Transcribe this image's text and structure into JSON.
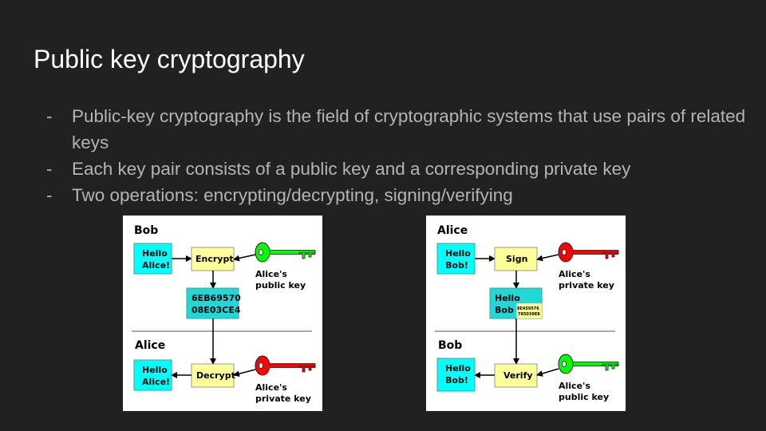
{
  "slide": {
    "title": "Public key cryptography",
    "bullets": [
      {
        "marker": "-",
        "text": "Public-key cryptography is the field of cryptographic systems that use pairs of related keys"
      },
      {
        "marker": "-",
        "text": "Each key pair consists of a public key and a corresponding private key"
      },
      {
        "marker": "-",
        "text": "Two operations: encrypting/decrypting, signing/verifying"
      }
    ]
  },
  "encryption_diagram": {
    "sender": "Bob",
    "receiver": "Alice",
    "message_line1": "Hello",
    "message_line2": "Alice!",
    "op1": "Encrypt",
    "op2": "Decrypt",
    "cipher_line1": "6EB69570",
    "cipher_line2": "08E03CE4",
    "key1_line1": "Alice's",
    "key1_line2": "public key",
    "key2_line1": "Alice's",
    "key2_line2": "private key",
    "key1_color": "#00ff00",
    "key2_color": "#ff0000"
  },
  "signing_diagram": {
    "sender": "Alice",
    "receiver": "Bob",
    "message_line1": "Hello",
    "message_line2": "Bob!",
    "op1": "Sign",
    "op2": "Verify",
    "signed_line1": "Hello",
    "signed_line2": "Bob",
    "sig_line1": "8E459576",
    "sig_line2": "785039E8",
    "key1_line1": "Alice's",
    "key1_line2": "private key",
    "key2_line1": "Alice's",
    "key2_line2": "public key",
    "key1_color": "#ff0000",
    "key2_color": "#00ff00"
  }
}
